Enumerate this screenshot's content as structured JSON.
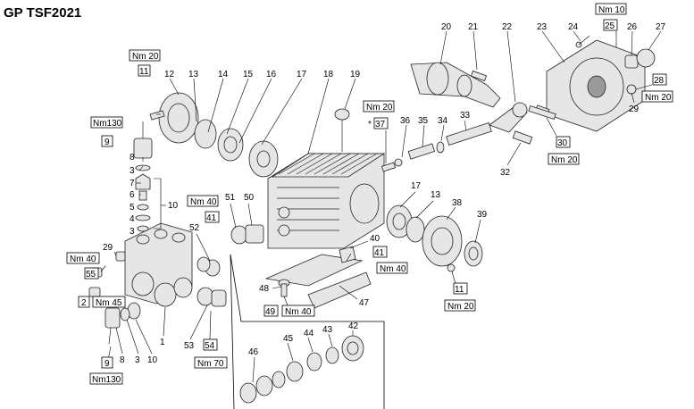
{
  "title": "GP TSF2021",
  "callouts": [
    {
      "id": "c12",
      "text": "12"
    },
    {
      "id": "c13",
      "text": "13"
    },
    {
      "id": "c14",
      "text": "14"
    },
    {
      "id": "c15",
      "text": "15"
    },
    {
      "id": "c16",
      "text": "16"
    },
    {
      "id": "c17a",
      "text": "17"
    },
    {
      "id": "c18",
      "text": "18"
    },
    {
      "id": "c19",
      "text": "19"
    },
    {
      "id": "c20",
      "text": "20"
    },
    {
      "id": "c21",
      "text": "21"
    },
    {
      "id": "c22",
      "text": "22"
    },
    {
      "id": "c23",
      "text": "23"
    },
    {
      "id": "c24",
      "text": "24"
    },
    {
      "id": "c26",
      "text": "26"
    },
    {
      "id": "c27",
      "text": "27"
    },
    {
      "id": "c29r",
      "text": "29"
    },
    {
      "id": "c33",
      "text": "33"
    },
    {
      "id": "c34",
      "text": "34"
    },
    {
      "id": "c35",
      "text": "35"
    },
    {
      "id": "c36",
      "text": "36"
    },
    {
      "id": "c32",
      "text": "32"
    },
    {
      "id": "c8a",
      "text": "8"
    },
    {
      "id": "c3a",
      "text": "3"
    },
    {
      "id": "c7",
      "text": "7"
    },
    {
      "id": "c6",
      "text": "6"
    },
    {
      "id": "c5",
      "text": "5"
    },
    {
      "id": "c4",
      "text": "4"
    },
    {
      "id": "c3b",
      "text": "3"
    },
    {
      "id": "c10a",
      "text": "10"
    },
    {
      "id": "c29l",
      "text": "29"
    },
    {
      "id": "c51",
      "text": "51"
    },
    {
      "id": "c50",
      "text": "50"
    },
    {
      "id": "c52",
      "text": "52"
    },
    {
      "id": "c17b",
      "text": "17"
    },
    {
      "id": "c13b",
      "text": "13"
    },
    {
      "id": "c38",
      "text": "38"
    },
    {
      "id": "c39",
      "text": "39"
    },
    {
      "id": "c40",
      "text": "40"
    },
    {
      "id": "c48",
      "text": "48"
    },
    {
      "id": "c47",
      "text": "47"
    },
    {
      "id": "c1",
      "text": "1"
    },
    {
      "id": "c53",
      "text": "53"
    },
    {
      "id": "c10b",
      "text": "10"
    },
    {
      "id": "c3c",
      "text": "3"
    },
    {
      "id": "c8b",
      "text": "8"
    },
    {
      "id": "c46",
      "text": "46"
    },
    {
      "id": "c45",
      "text": "45"
    },
    {
      "id": "c44",
      "text": "44"
    },
    {
      "id": "c43",
      "text": "43"
    },
    {
      "id": "c42",
      "text": "42"
    },
    {
      "id": "cstar",
      "text": "*"
    }
  ],
  "torque_boxes": [
    {
      "id": "t11a",
      "ref": "11",
      "torque": "Nm 20"
    },
    {
      "id": "t9a",
      "ref": "9",
      "torque": "Nm130"
    },
    {
      "id": "t37",
      "ref": "37",
      "torque": "Nm 20"
    },
    {
      "id": "t25",
      "ref": "25",
      "torque": "Nm 10"
    },
    {
      "id": "t28",
      "ref": "28",
      "torque": "Nm 20"
    },
    {
      "id": "t30",
      "ref": "30",
      "torque": "Nm 20"
    },
    {
      "id": "t41a",
      "ref": "41",
      "torque": "Nm 40"
    },
    {
      "id": "t41b",
      "ref": "41",
      "torque": "Nm 40"
    },
    {
      "id": "t55",
      "ref": "55",
      "torque": "Nm 40"
    },
    {
      "id": "t2",
      "ref": "2",
      "torque": "Nm 45"
    },
    {
      "id": "t11b",
      "ref": "11",
      "torque": "Nm 20"
    },
    {
      "id": "t49",
      "ref": "49",
      "torque": "Nm 40"
    },
    {
      "id": "t54",
      "ref": "54",
      "torque": "Nm 70"
    },
    {
      "id": "t9b",
      "ref": "9",
      "torque": "Nm130"
    }
  ]
}
